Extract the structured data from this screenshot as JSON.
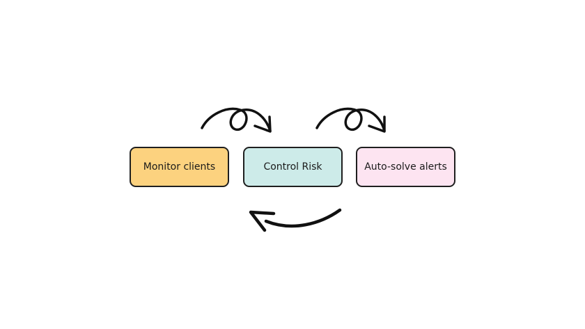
{
  "steps": [
    {
      "label": "Monitor clients",
      "color": "#fcd27f"
    },
    {
      "label": "Control Risk",
      "color": "#cdebe9"
    },
    {
      "label": "Auto-solve alerts",
      "color": "#fde4f1"
    }
  ]
}
